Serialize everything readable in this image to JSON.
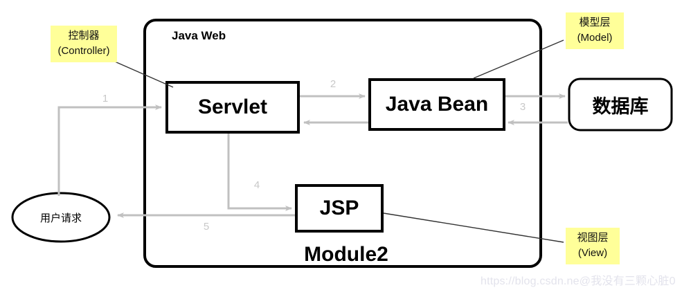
{
  "diagram": {
    "container": {
      "title": "Java Web",
      "footer": "Module2"
    },
    "nodes": [
      {
        "id": "servlet",
        "label": "Servlet",
        "shape": "rect"
      },
      {
        "id": "javabean",
        "label": "Java Bean",
        "shape": "rect"
      },
      {
        "id": "database",
        "label": "数据库",
        "shape": "rounded-rect"
      },
      {
        "id": "jsp",
        "label": "JSP",
        "shape": "rect"
      },
      {
        "id": "user_request",
        "label": "用户请求",
        "shape": "ellipse"
      }
    ],
    "annotations": [
      {
        "id": "controller",
        "line1": "控制器",
        "line2": "(Controller)",
        "target": "servlet",
        "color": "#ffff99"
      },
      {
        "id": "model",
        "line1": "模型层",
        "line2": "(Model)",
        "target": "javabean",
        "color": "#ffff99"
      },
      {
        "id": "view",
        "line1": "视图层",
        "line2": "(View)",
        "target": "jsp",
        "color": "#ffff99"
      }
    ],
    "edges": [
      {
        "step": "1",
        "from": "user_request",
        "to": "servlet"
      },
      {
        "step": "2",
        "from": "servlet",
        "to": "javabean"
      },
      {
        "step": "",
        "from": "javabean",
        "to": "servlet"
      },
      {
        "step": "3",
        "from": "javabean",
        "to": "database"
      },
      {
        "step": "",
        "from": "database",
        "to": "javabean"
      },
      {
        "step": "4",
        "from": "servlet",
        "to": "jsp"
      },
      {
        "step": "5",
        "from": "jsp",
        "to": "user_request"
      }
    ],
    "watermark": "https://blog.csdn.ne@我没有三颗心脏0"
  }
}
